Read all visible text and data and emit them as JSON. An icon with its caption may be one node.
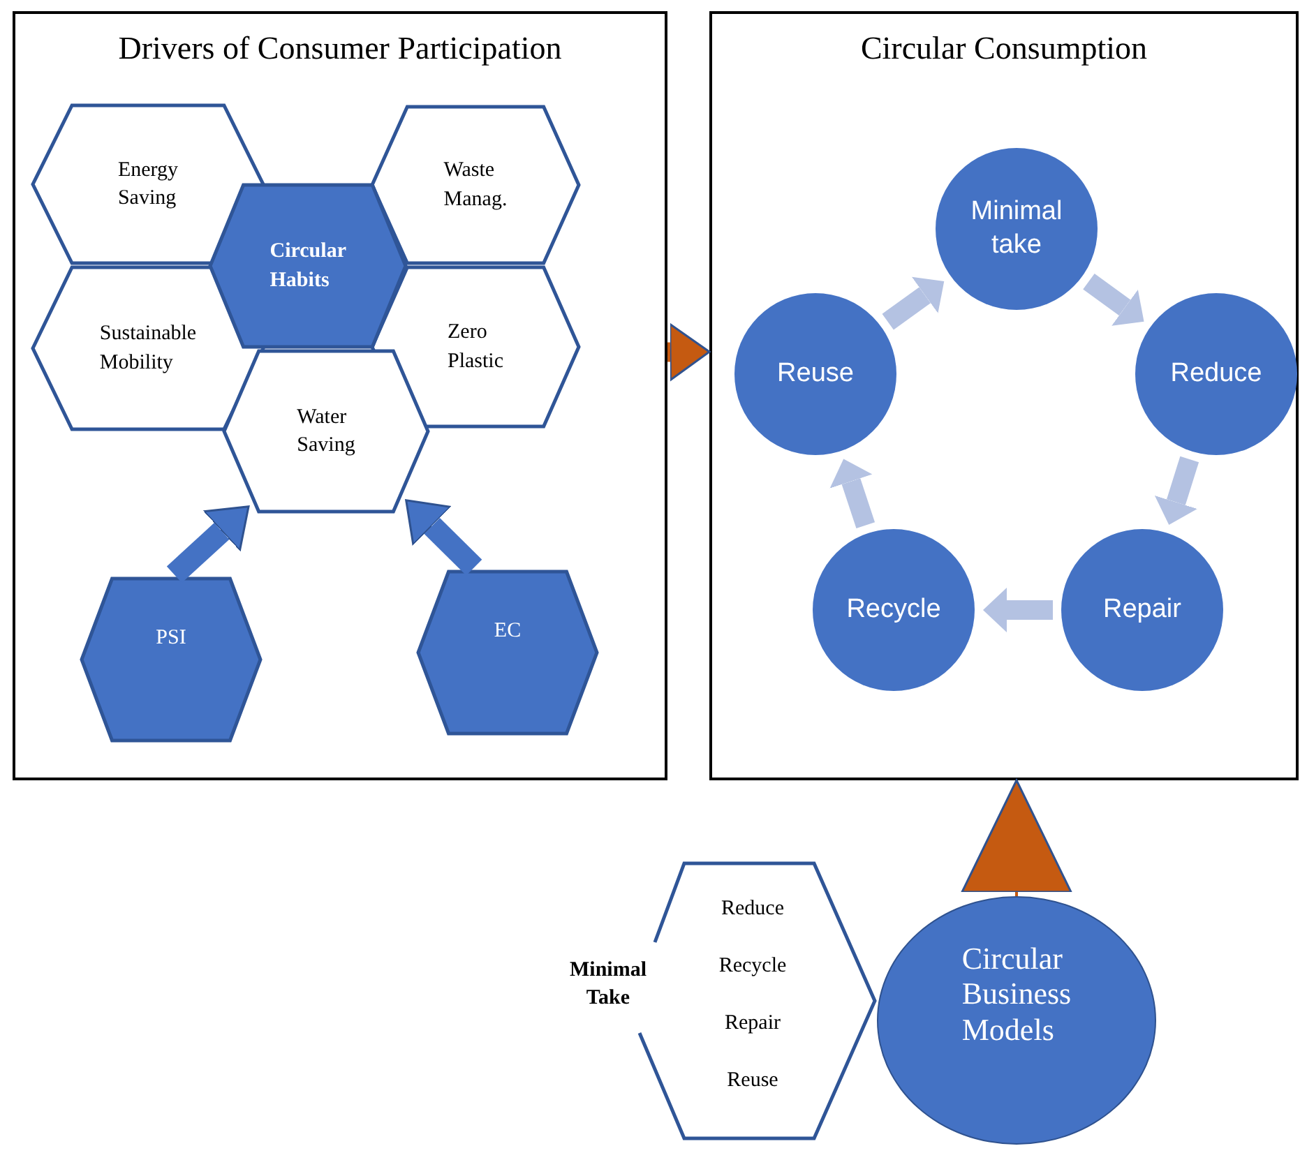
{
  "diagram": {
    "nodes": [
      {
        "text": [
          "Drivers of Consumer Participation"
        ]
      },
      {
        "text": [
          "Energy Saving"
        ],
        "in": 0
      },
      {
        "text": [
          "Waste Manag."
        ],
        "in": 0
      },
      {
        "text": [
          "Circular Habits"
        ],
        "in": 0
      },
      {
        "text": [
          "Sustainable Mobility"
        ],
        "in": 0
      },
      {
        "text": [
          "Zero Plastic"
        ],
        "in": 0
      },
      {
        "text": [
          "Water Saving"
        ],
        "in": 0
      },
      {
        "text": [
          "PSI"
        ],
        "in": 0
      },
      {
        "text": [
          "EC"
        ],
        "in": 0
      },
      {
        "text": [
          "Circular Consumption"
        ]
      },
      {
        "text": [
          "Minimal take"
        ],
        "in": 9
      },
      {
        "text": [
          "Reuse"
        ],
        "in": 9
      },
      {
        "text": [
          "Reduce"
        ],
        "in": 9
      },
      {
        "text": [
          "Recycle"
        ],
        "in": 9
      },
      {
        "text": [
          "Repair"
        ],
        "in": 9
      },
      {
        "text": [
          "Minimal Take",
          "Reduce",
          "Recycle",
          "Repair",
          "Reuse"
        ]
      },
      {
        "text": [
          "Circular Business Models"
        ]
      }
    ],
    "edges": [
      {
        "from": 7,
        "to": 6,
        "arrow": "to",
        "color": "#4472c4"
      },
      {
        "from": 8,
        "to": 6,
        "arrow": "to",
        "color": "#4472c4"
      },
      {
        "from": 10,
        "to": 12,
        "arrow": "to"
      },
      {
        "from": 12,
        "to": 14,
        "arrow": "to"
      },
      {
        "from": 14,
        "to": 13,
        "arrow": "to"
      },
      {
        "from": 13,
        "to": 11,
        "arrow": "to"
      },
      {
        "from": 11,
        "to": 10,
        "arrow": "to"
      },
      {
        "from": 0,
        "to": 9,
        "arrow": "to",
        "color": "#c55a11"
      },
      {
        "from": 16,
        "to": 9,
        "arrow": "to",
        "color": "#c55a11"
      }
    ]
  }
}
